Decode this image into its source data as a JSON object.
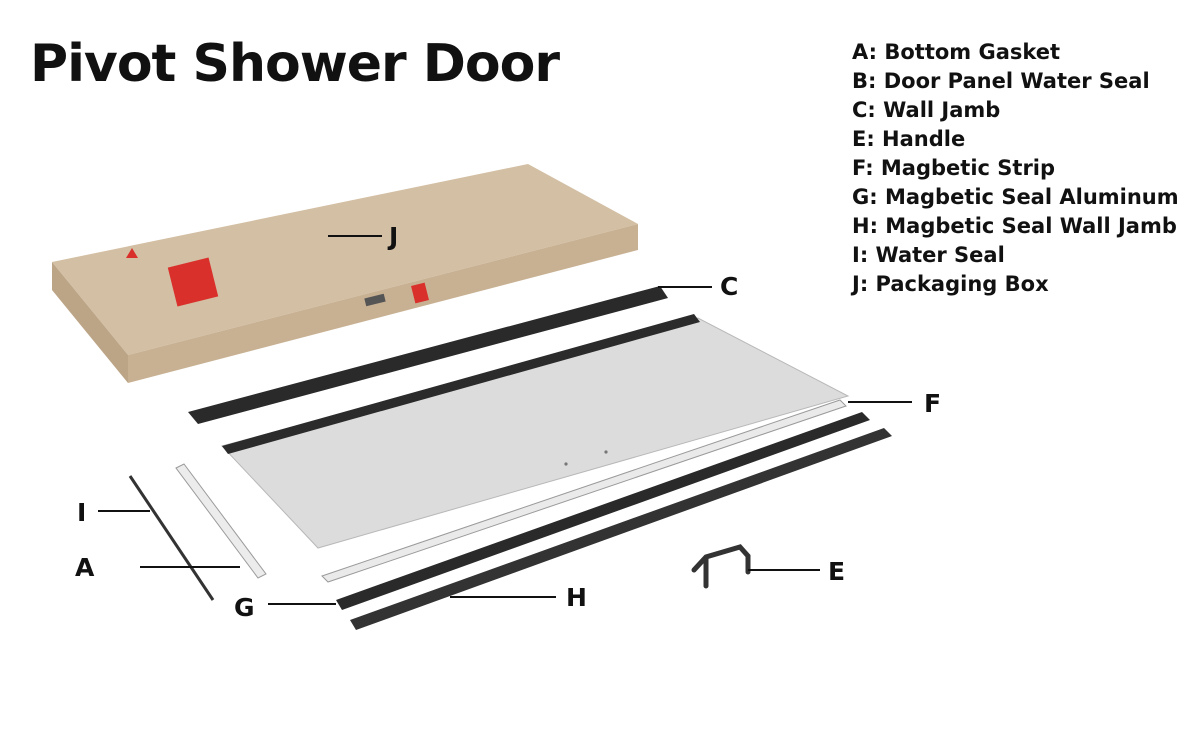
{
  "title": "Pivot Shower Door",
  "legend": [
    {
      "key": "A",
      "text": "A: Bottom Gasket"
    },
    {
      "key": "B",
      "text": "B: Door Panel Water Seal"
    },
    {
      "key": "C",
      "text": "C: Wall Jamb"
    },
    {
      "key": "E",
      "text": "E: Handle"
    },
    {
      "key": "F",
      "text": "F: Magbetic Strip"
    },
    {
      "key": "G",
      "text": "G: Magbetic Seal Aluminum"
    },
    {
      "key": "H",
      "text": "H: Magbetic Seal Wall Jamb"
    },
    {
      "key": "I",
      "text": "I: Water Seal"
    },
    {
      "key": "J",
      "text": "J: Packaging Box"
    }
  ],
  "callouts": {
    "J": "J",
    "C": "C",
    "F": "F",
    "I": "I",
    "A": "A",
    "G": "G",
    "H": "H",
    "E": "E"
  },
  "colors": {
    "box": "#d6c3a8",
    "box_side": "#b79f82",
    "glass": "#dcdcdc",
    "profile_dark": "#2a2a2a",
    "strip_light": "#efefef"
  }
}
